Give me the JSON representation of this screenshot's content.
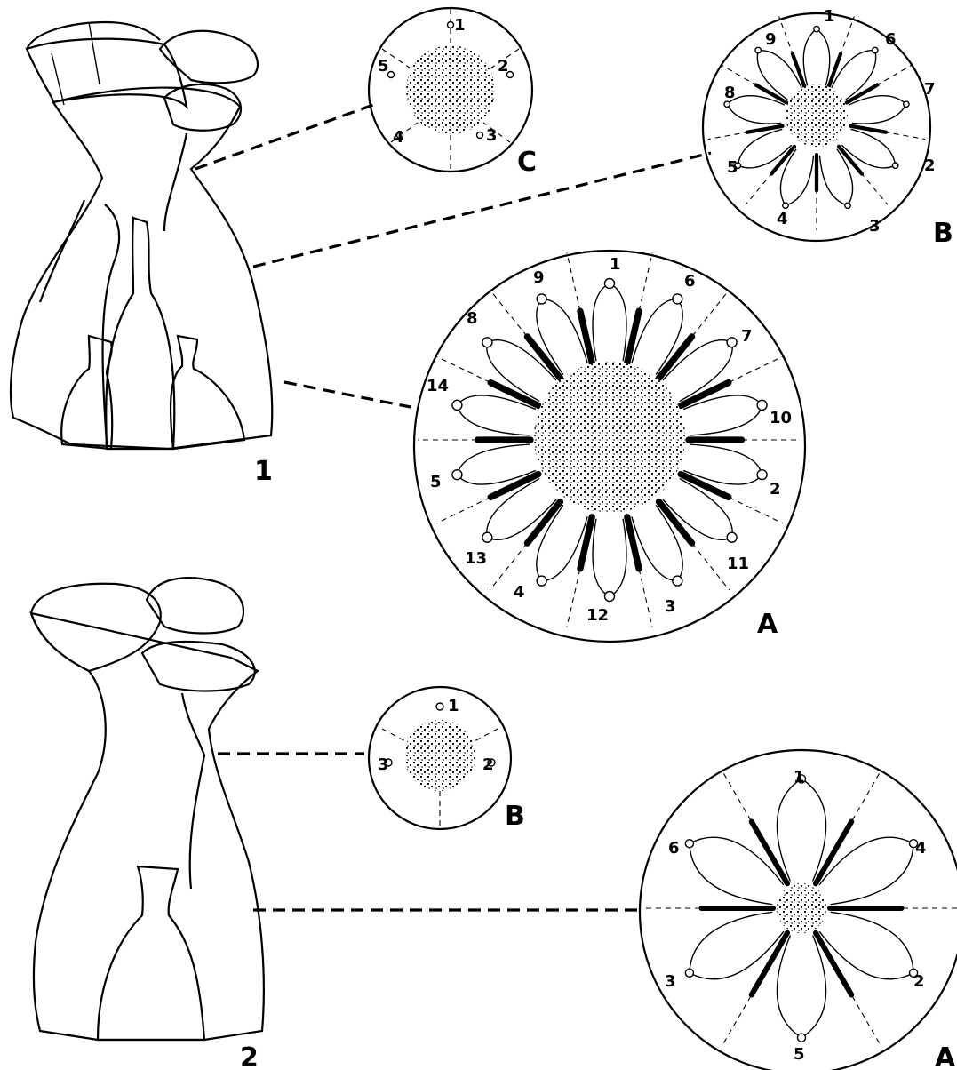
{
  "figures": [
    {
      "id": "1",
      "label": "1",
      "sections": [
        {
          "label": "C",
          "numbers": [
            "1",
            "2",
            "3",
            "4",
            "5"
          ]
        },
        {
          "label": "B",
          "numbers": [
            "1",
            "2",
            "3",
            "4",
            "5",
            "6",
            "7",
            "8",
            "9"
          ]
        },
        {
          "label": "A",
          "numbers": [
            "1",
            "2",
            "3",
            "4",
            "5",
            "6",
            "7",
            "8",
            "9",
            "10",
            "11",
            "12",
            "13",
            "14"
          ]
        }
      ]
    },
    {
      "id": "2",
      "label": "2",
      "sections": [
        {
          "label": "B",
          "numbers": [
            "1",
            "2",
            "3"
          ]
        },
        {
          "label": "A",
          "numbers": [
            "1",
            "2",
            "3",
            "4",
            "5",
            "6"
          ]
        }
      ]
    }
  ]
}
